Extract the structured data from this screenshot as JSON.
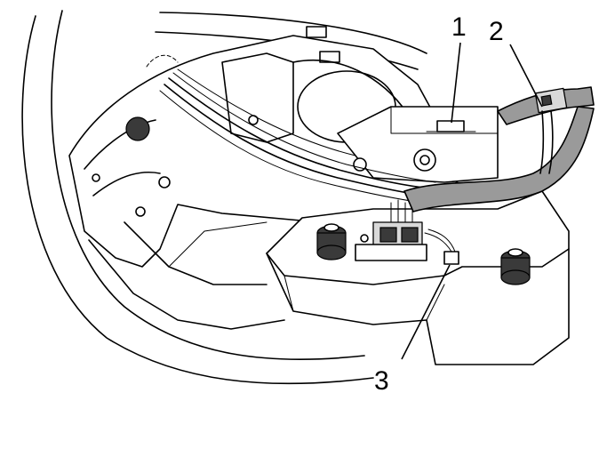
{
  "callouts": [
    {
      "id": "1",
      "label": "1"
    },
    {
      "id": "2",
      "label": "2"
    },
    {
      "id": "3",
      "label": "3"
    }
  ],
  "colors": {
    "ink": "#000000",
    "background": "#ffffff",
    "hose": "#9a9a9a",
    "shade": "#d9d9d9"
  }
}
